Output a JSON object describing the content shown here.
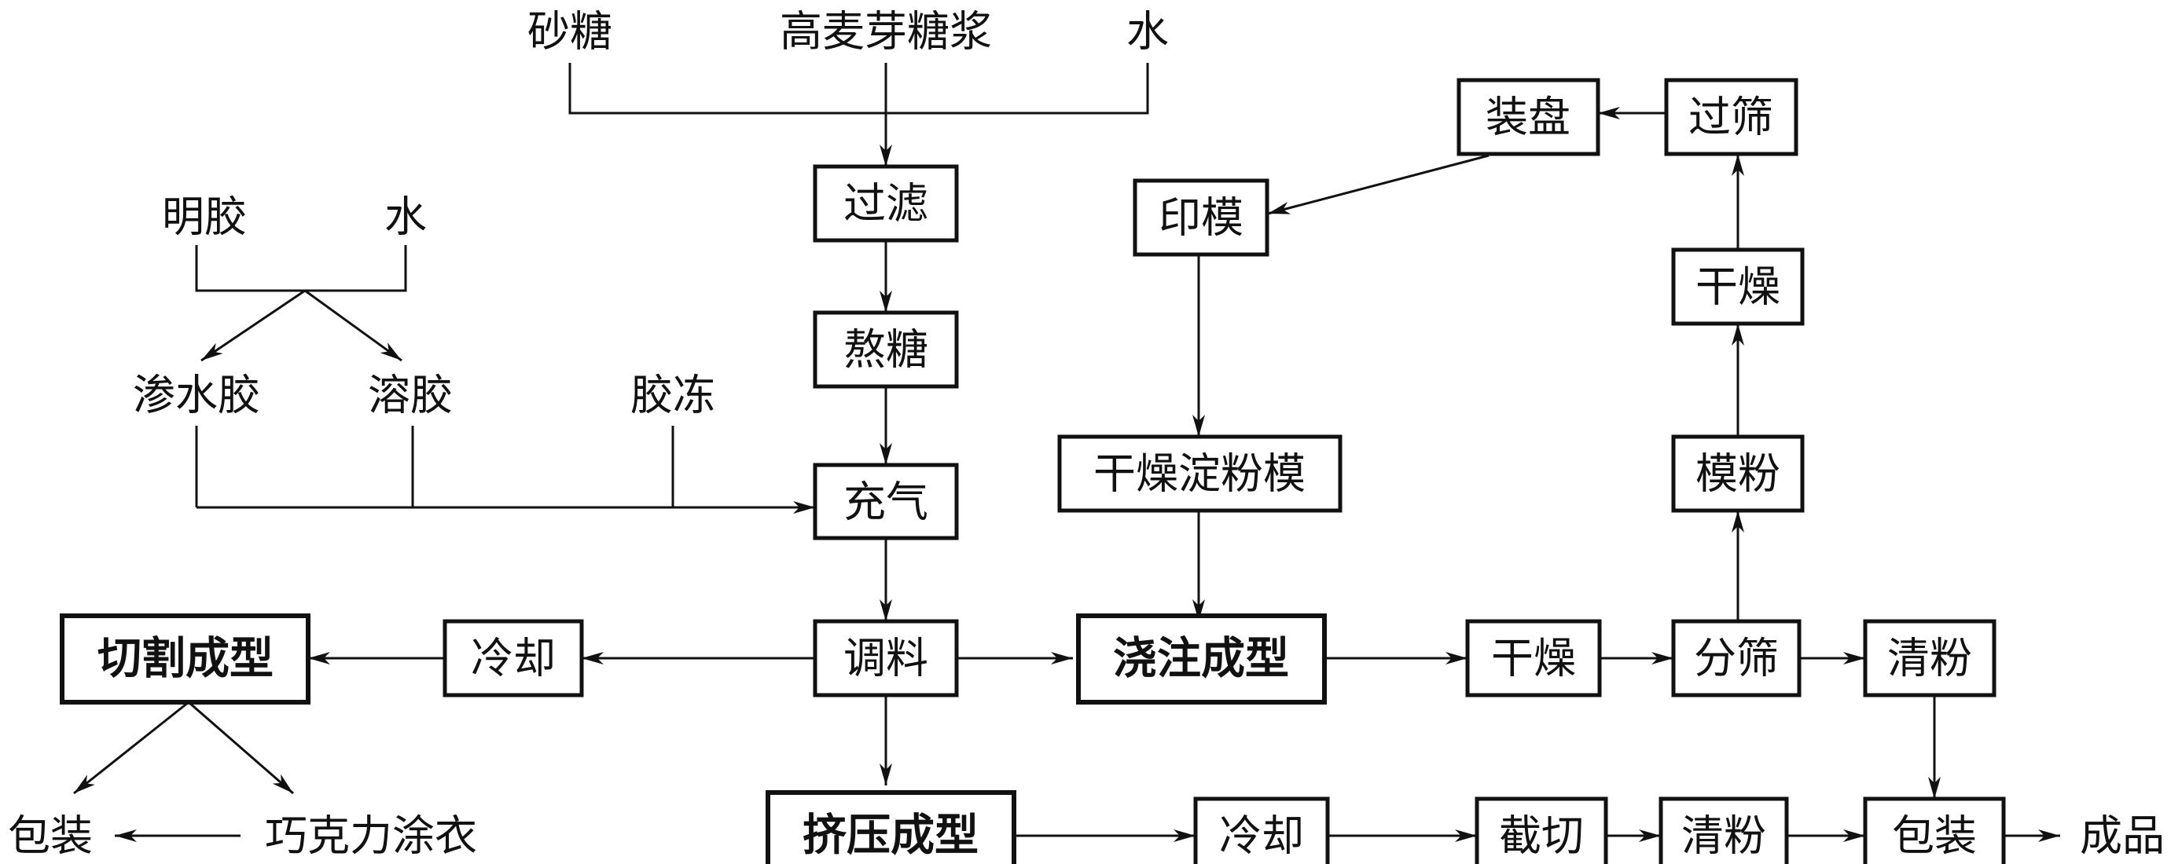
{
  "inputs": {
    "sugar": "砂糖",
    "maltose_syrup": "高麦芽糖浆",
    "water_top": "水",
    "gelatin": "明胶",
    "water_gel": "水",
    "soaked_gel": "渗水胶",
    "dissolved_gel": "溶胶",
    "gel_jelly": "胶冻"
  },
  "steps": {
    "filter": "过滤",
    "boil_sugar": "熬糖",
    "aerate": "充气",
    "blend": "调料",
    "cool_left": "冷却",
    "cut_forming": "切割成型",
    "pack_left": "包装",
    "chocolate_coat": "巧克力涂衣",
    "pour_forming": "浇注成型",
    "dry_1": "干燥",
    "sieve_separate": "分筛",
    "clean_powder_1": "清粉",
    "mold_powder": "模粉",
    "dry_2": "干燥",
    "sieve": "过筛",
    "tray_load": "装盘",
    "print_mold": "印模",
    "dry_starch_mold": "干燥淀粉模",
    "extrude_forming": "挤压成型",
    "cool_bottom": "冷却",
    "cut_off": "截切",
    "clean_powder_2": "清粉",
    "pack_bottom": "包装",
    "finished": "成品"
  }
}
